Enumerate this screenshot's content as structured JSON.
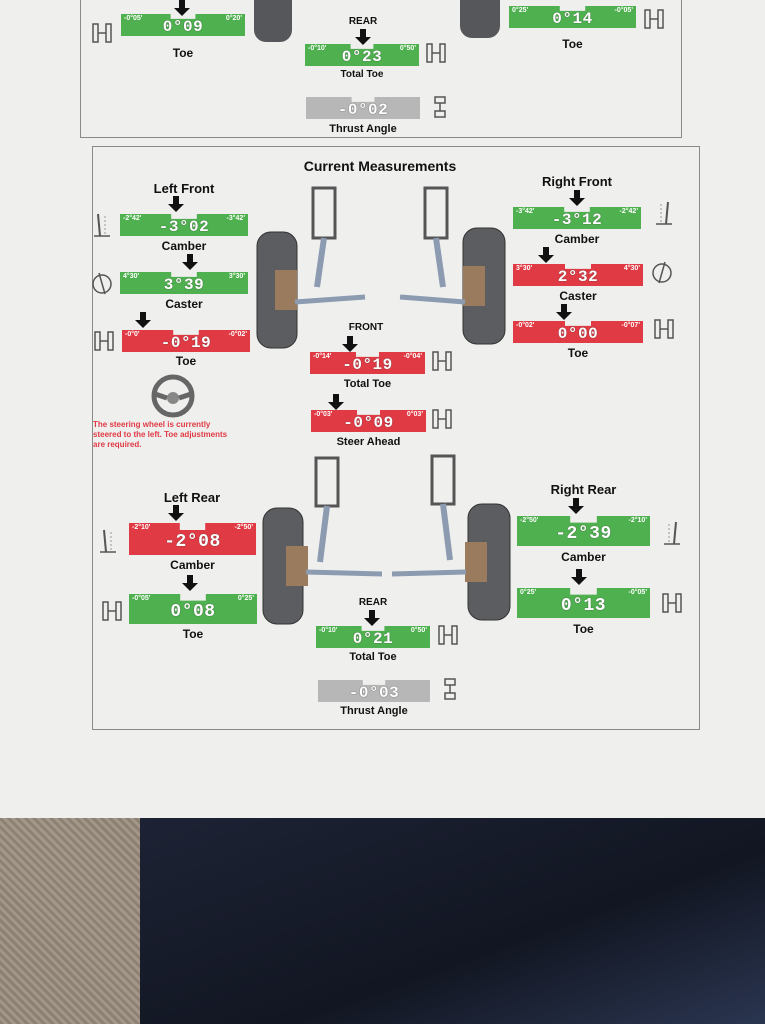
{
  "top_section": {
    "left_toe": {
      "value": "0°09",
      "min": "-0°05'",
      "max": "0°20'",
      "label": "Toe"
    },
    "right_toe": {
      "value": "0°14",
      "min": "0°25'",
      "max": "-0°05'",
      "label": "Toe"
    },
    "rear_header": "REAR",
    "total_toe": {
      "value": "0°23",
      "min": "-0°10'",
      "max": "0°50'",
      "label": "Total Toe"
    },
    "thrust_angle": {
      "value": "-0°02",
      "label": "Thrust Angle"
    }
  },
  "current": {
    "title": "Current Measurements",
    "left_front": {
      "header": "Left Front",
      "camber": {
        "value": "-3°02",
        "min": "-2°42'",
        "max": "-3°42'",
        "label": "Camber"
      },
      "caster": {
        "value": "3°39",
        "min": "4°30'",
        "max": "3°30'",
        "label": "Caster"
      },
      "toe": {
        "value": "-0°19",
        "min": "-0°0'",
        "max": "-0°02'",
        "label": "Toe"
      }
    },
    "right_front": {
      "header": "Right Front",
      "camber": {
        "value": "-3°12",
        "min": "-3°42'",
        "max": "-2°42'",
        "label": "Camber"
      },
      "caster": {
        "value": "2°32",
        "min": "3°30'",
        "max": "4°30'",
        "label": "Caster"
      },
      "toe": {
        "value": "0°00",
        "min": "-0°02'",
        "max": "-0°07'",
        "label": "Toe"
      }
    },
    "front_header": "FRONT",
    "front_total_toe": {
      "value": "-0°19",
      "min": "-0°14'",
      "max": "-0°04'",
      "label": "Total Toe"
    },
    "steer_ahead": {
      "value": "-0°09",
      "min": "-0°03'",
      "max": "0°03'",
      "label": "Steer Ahead"
    },
    "steering_note": "The steering wheel is currently steered to the left.  Toe adjustments are required.",
    "left_rear": {
      "header": "Left Rear",
      "camber": {
        "value": "-2°08",
        "min": "-2°10'",
        "max": "-2°50'",
        "label": "Camber"
      },
      "toe": {
        "value": "0°08",
        "min": "-0°05'",
        "max": "0°25'",
        "label": "Toe"
      }
    },
    "right_rear": {
      "header": "Right Rear",
      "camber": {
        "value": "-2°39",
        "min": "-2°50'",
        "max": "-2°10'",
        "label": "Camber"
      },
      "toe": {
        "value": "0°13",
        "min": "0°25'",
        "max": "-0°05'",
        "label": "Toe"
      }
    },
    "rear_header": "REAR",
    "rear_total_toe": {
      "value": "0°21",
      "min": "-0°10'",
      "max": "0°50'",
      "label": "Total Toe"
    },
    "thrust_angle": {
      "value": "-0°03",
      "label": "Thrust Angle"
    }
  },
  "colors": {
    "in_spec": "#4fb04f",
    "out_of_spec": "#e03a44",
    "neutral": "#b7b7b7"
  }
}
